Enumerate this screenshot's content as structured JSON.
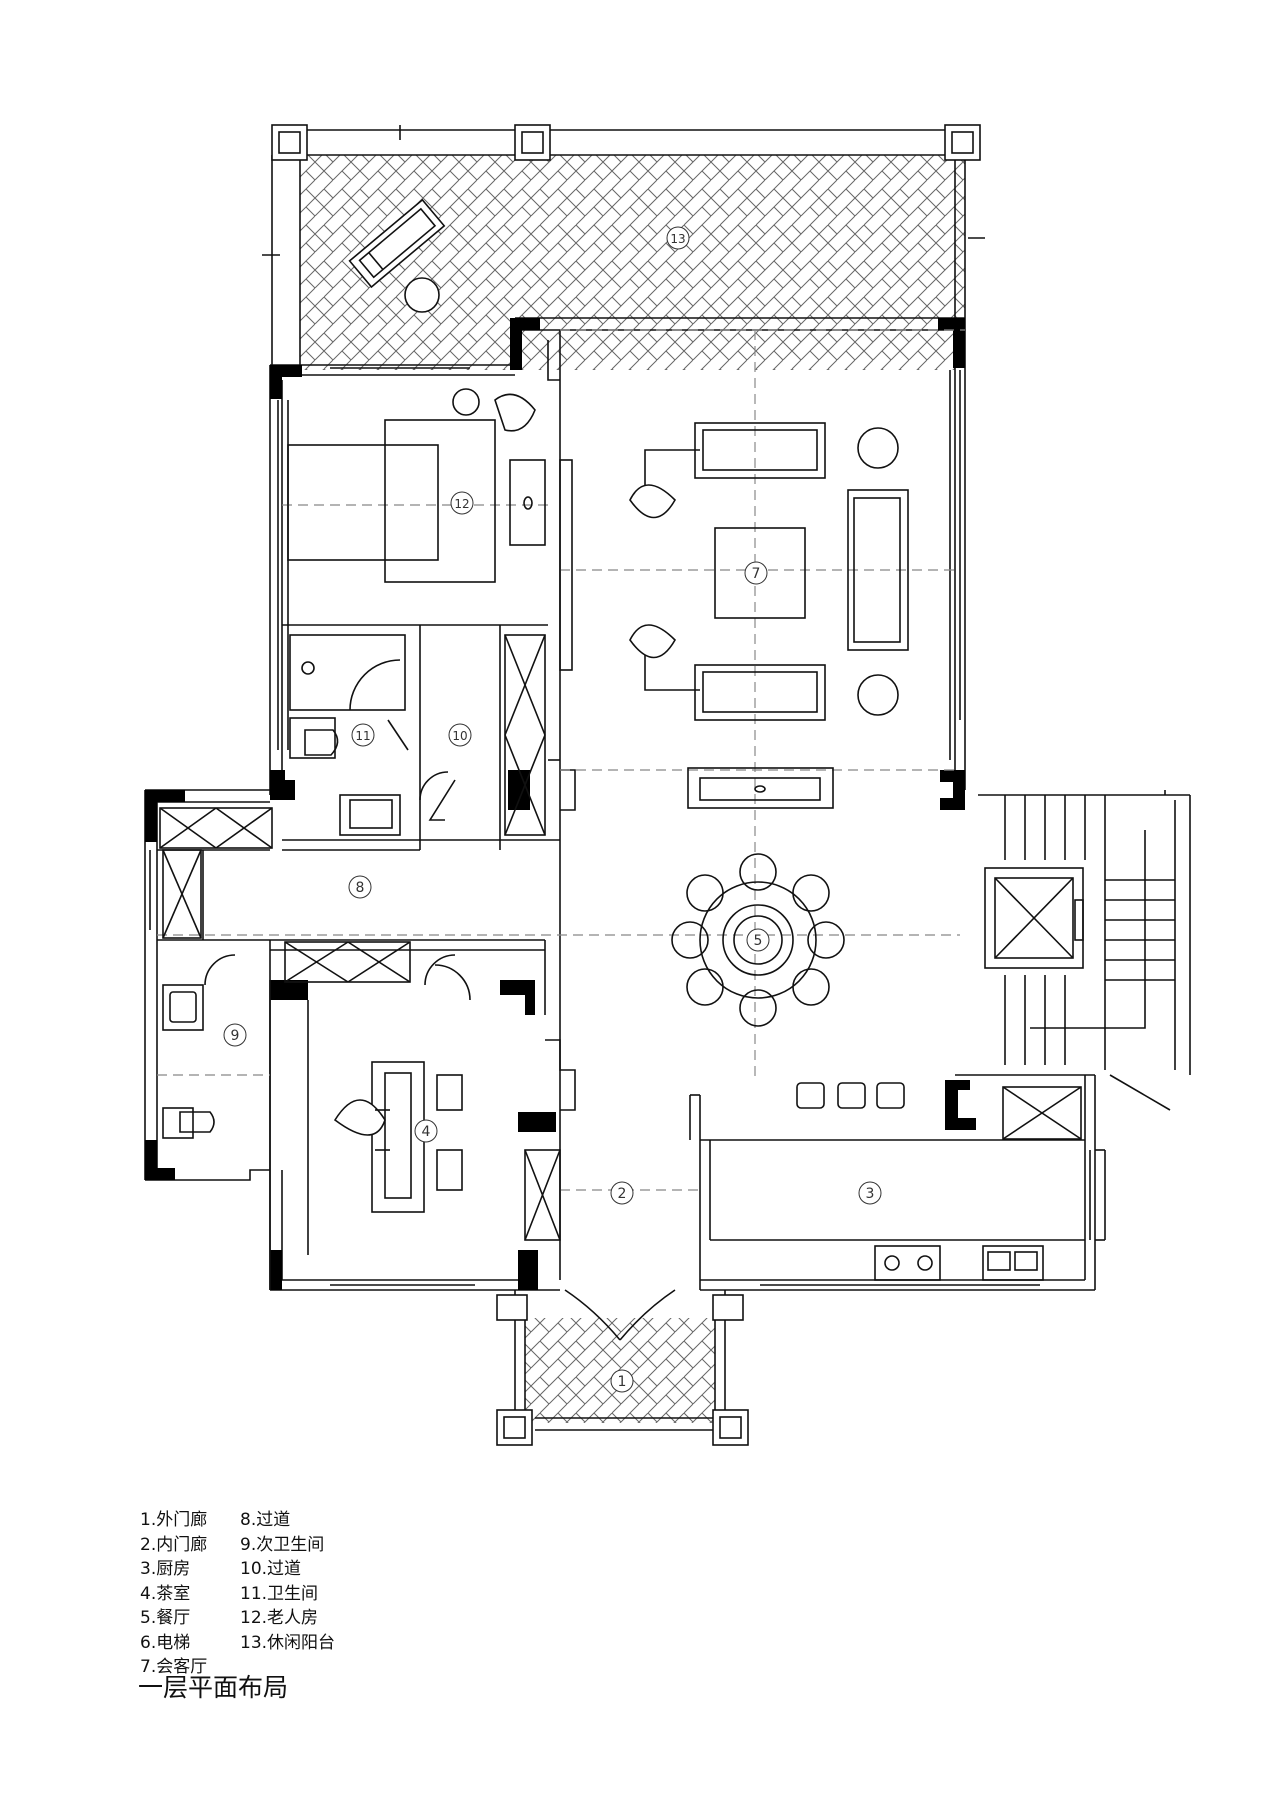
{
  "title": "一层平面布局",
  "legend": {
    "column1": [
      "1.外门廊",
      "2.内门廊",
      "3.厨房",
      "4.茶室",
      "5.餐厅",
      "6.电梯",
      "7.会客厅"
    ],
    "column2": [
      "8.过道",
      "9.次卫生间",
      "10.过道",
      "11.卫生间",
      "12.老人房",
      "13.休闲阳台"
    ]
  },
  "rooms": [
    {
      "number": "1",
      "name": "外门廊"
    },
    {
      "number": "2",
      "name": "内门廊"
    },
    {
      "number": "3",
      "name": "厨房"
    },
    {
      "number": "4",
      "name": "茶室"
    },
    {
      "number": "5",
      "name": "餐厅"
    },
    {
      "number": "7",
      "name": "会客厅"
    },
    {
      "number": "8",
      "name": "过道"
    },
    {
      "number": "9",
      "name": "次卫生间"
    },
    {
      "number": "10",
      "name": "过道"
    },
    {
      "number": "11",
      "name": "卫生间"
    },
    {
      "number": "12",
      "name": "老人房"
    },
    {
      "number": "13",
      "name": "休闲阳台"
    }
  ],
  "colors": {
    "line": "#111111",
    "wall_fill": "#000000",
    "hatch": "#555555",
    "dash": "#888888"
  }
}
